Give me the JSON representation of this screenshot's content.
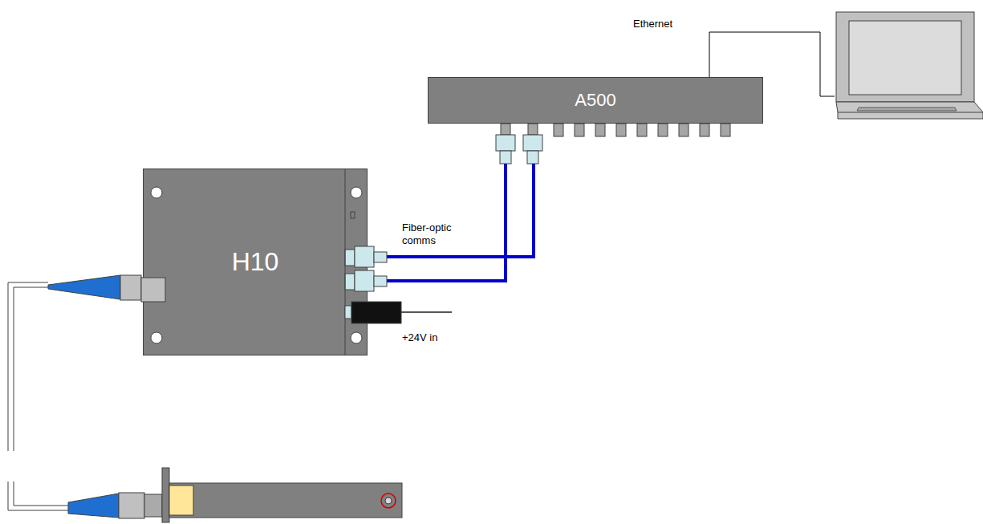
{
  "diagram": {
    "nodes": [
      {
        "text": [
          "A500"
        ]
      },
      {
        "text": [
          "H10"
        ]
      }
    ],
    "edges": [
      {
        "from": 1,
        "to": 0,
        "arrow": "none"
      },
      {
        "from": 1,
        "to": 0,
        "arrow": "none"
      }
    ],
    "labels": [
      "Ethernet",
      "Fiber-optic comms",
      "+24V in"
    ]
  }
}
